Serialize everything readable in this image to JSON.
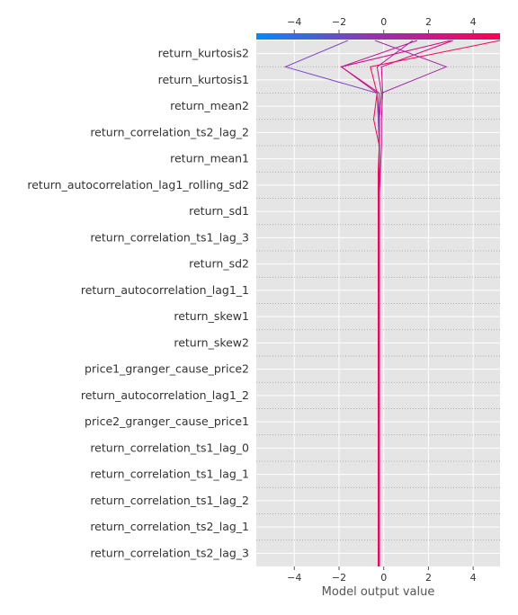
{
  "chart_data": {
    "type": "line",
    "title": "",
    "xlabel": "Model output value",
    "ylabel": "",
    "xlim": [
      -5.7,
      5.2
    ],
    "x_ticks": [
      -4,
      -2,
      0,
      2,
      4
    ],
    "x_tick_labels": [
      "−4",
      "−2",
      "0",
      "2",
      "4"
    ],
    "grid": true,
    "features": [
      "return_kurtosis2",
      "return_kurtosis1",
      "return_mean2",
      "return_correlation_ts2_lag_2",
      "return_mean1",
      "return_autocorrelation_lag1_rolling_sd2",
      "return_sd1",
      "return_correlation_ts1_lag_3",
      "return_sd2",
      "return_autocorrelation_lag1_1",
      "return_skew1",
      "return_skew2",
      "price1_granger_cause_price2",
      "return_autocorrelation_lag1_2",
      "price2_granger_cause_price1",
      "return_correlation_ts1_lag_0",
      "return_correlation_ts1_lag_1",
      "return_correlation_ts1_lag_2",
      "return_correlation_ts2_lag_1",
      "return_correlation_ts2_lag_3"
    ],
    "colorbar": {
      "from": "#008bfb",
      "to": "#ff0052"
    },
    "series": [
      {
        "color": "#ff0052",
        "values": [
          5.2,
          -0.6,
          -0.3,
          -0.45,
          -0.2,
          -0.25,
          -0.25,
          -0.25,
          -0.25,
          -0.25,
          -0.25,
          -0.25,
          -0.25,
          -0.25,
          -0.25,
          -0.25,
          -0.25,
          -0.25,
          -0.25,
          -0.25,
          -0.25
        ]
      },
      {
        "color": "#e0007a",
        "values": [
          3.1,
          -0.1,
          -0.05,
          -0.1,
          -0.1,
          -0.15,
          -0.2,
          -0.2,
          -0.2,
          -0.2,
          -0.2,
          -0.2,
          -0.2,
          -0.2,
          -0.2,
          -0.2,
          -0.2,
          -0.2,
          -0.2,
          -0.2,
          -0.2
        ]
      },
      {
        "color": "#c21092",
        "values": [
          1.5,
          -1.9,
          -0.3,
          -0.2,
          -0.2,
          -0.2,
          -0.2,
          -0.2,
          -0.2,
          -0.2,
          -0.2,
          -0.2,
          -0.2,
          -0.2,
          -0.2,
          -0.2,
          -0.2,
          -0.2,
          -0.2,
          -0.2,
          -0.2
        ]
      },
      {
        "color": "#b01e9e",
        "values": [
          1.3,
          -0.3,
          -0.1,
          -0.2,
          -0.2,
          -0.2,
          -0.2,
          -0.2,
          -0.2,
          -0.2,
          -0.2,
          -0.2,
          -0.2,
          -0.2,
          -0.2,
          -0.2,
          -0.2,
          -0.2,
          -0.2,
          -0.2,
          -0.2
        ]
      },
      {
        "color": "#a42aa6",
        "values": [
          -0.4,
          2.8,
          -0.1,
          -0.2,
          -0.2,
          -0.2,
          -0.2,
          -0.2,
          -0.2,
          -0.2,
          -0.2,
          -0.2,
          -0.2,
          -0.2,
          -0.2,
          -0.2,
          -0.2,
          -0.2,
          -0.2,
          -0.2,
          -0.2
        ]
      },
      {
        "color": "#7d45c8",
        "values": [
          -1.6,
          -4.4,
          -0.3,
          -0.25,
          -0.2,
          -0.2,
          -0.2,
          -0.2,
          -0.2,
          -0.2,
          -0.2,
          -0.2,
          -0.2,
          -0.2,
          -0.2,
          -0.2,
          -0.2,
          -0.2,
          -0.2,
          -0.2,
          -0.2
        ]
      },
      {
        "color": "#d40a86",
        "values": [
          3.0,
          -1.9,
          -0.2,
          -0.2,
          -0.2,
          -0.2,
          -0.2,
          -0.2,
          -0.2,
          -0.2,
          -0.2,
          -0.2,
          -0.2,
          -0.2,
          -0.2,
          -0.2,
          -0.2,
          -0.2,
          -0.2,
          -0.2,
          -0.2
        ]
      }
    ]
  }
}
